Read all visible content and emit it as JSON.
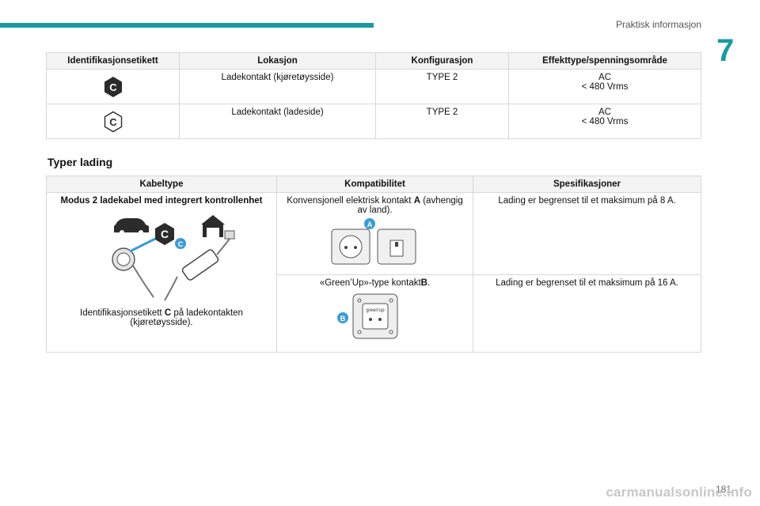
{
  "header": {
    "section_title": "Praktisk informasjon",
    "chapter_number": "7"
  },
  "table1": {
    "headers": [
      "Identifikasjonsetikett",
      "Lokasjon",
      "Konfigurasjon",
      "Effekttype/spenningsområde"
    ],
    "rows": [
      {
        "label_icon": "C (hexagon, filled)",
        "location": "Ladekontakt (kjøretøysside)",
        "config": "TYPE 2",
        "power_1": "AC",
        "power_2": "< 480 Vrms"
      },
      {
        "label_icon": "C (hexagon, outline)",
        "location": "Ladekontakt (ladeside)",
        "config": "TYPE 2",
        "power_1": "AC",
        "power_2": "< 480 Vrms"
      }
    ]
  },
  "section": {
    "title": "Typer lading"
  },
  "table2": {
    "headers": [
      "Kabeltype",
      "Kompatibilitet",
      "Spesifikasjoner"
    ],
    "cable_title": "Modus 2 ladekabel med integrert kontrollenhet",
    "cable_caption_pre": "Identifikasjonsetikett",
    "cable_caption_letter": "C",
    "cable_caption_post": "på ladekontakten (kjøretøysside).",
    "row1": {
      "compat_pre": "Konvensjonell elektrisk kontakt",
      "compat_letter": "A",
      "compat_post": "(avhengig av land).",
      "spec": "Lading er begrenset til et maksimum på 8 A."
    },
    "row2": {
      "compat_pre": "«Green’Up»-type kontakt",
      "compat_letter": "B",
      "compat_post": ".",
      "spec": "Lading er begrenset til et maksimum på 16 A."
    }
  },
  "illustration_letters": {
    "c": "C",
    "a": "A",
    "b": "B",
    "greenup": "green'up"
  },
  "footer": {
    "page_number": "181",
    "watermark": "carmanualsonline.info"
  },
  "colors": {
    "accent": "#1a9aa0",
    "badge": "#3c9bd6",
    "hex_dark": "#2b2b2b"
  }
}
